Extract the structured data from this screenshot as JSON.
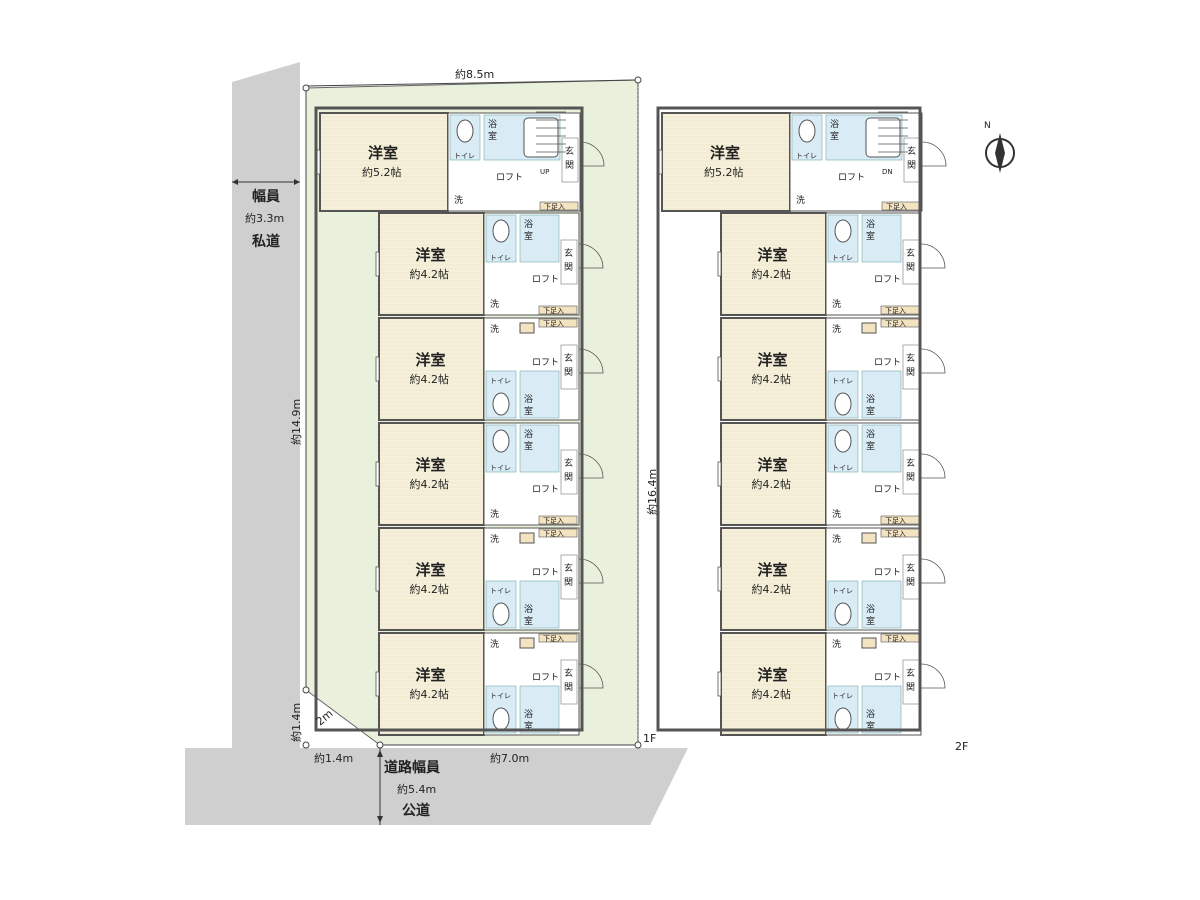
{
  "labels": {
    "room": "洋室",
    "area_large": "約5.2帖",
    "area_small": "約4.2帖",
    "toilet": "トイレ",
    "bath": "浴室",
    "bath_top": "浴",
    "bath_bottom": "室",
    "wash": "洗",
    "loft": "ロフト",
    "entrance_top": "玄",
    "entrance_bottom": "関",
    "shoe_box": "下足入",
    "up": "UP",
    "dn": "DN",
    "north": "N"
  },
  "dims": {
    "top": "約8.5m",
    "left": "約14.9m",
    "right": "約16.4m",
    "bottom": "約7.0m",
    "corner_v": "約1.4m",
    "corner_h": "約1.4m",
    "corner_diag": "2m"
  },
  "roads": {
    "private_l1": "幅員",
    "private_l2": "約3.3m",
    "private_l3": "私道",
    "public_l1": "道路幅員",
    "public_l2": "約5.4m",
    "public_l3": "公道"
  },
  "floors": {
    "f1": "1F",
    "f2": "2F"
  },
  "colors": {
    "lot": "#e9f1dc",
    "road": "#cfcfcf",
    "room": "#f6f0da",
    "wet": "#d9ecf6",
    "wall": "#555555"
  },
  "floor_plans": [
    {
      "id": "1F",
      "units": [
        "5.2",
        "4.2a",
        "4.2b",
        "4.2a",
        "4.2b",
        "4.2b"
      ]
    },
    {
      "id": "2F",
      "units": [
        "5.2",
        "4.2a",
        "4.2b",
        "4.2a",
        "4.2b",
        "4.2b"
      ]
    }
  ]
}
